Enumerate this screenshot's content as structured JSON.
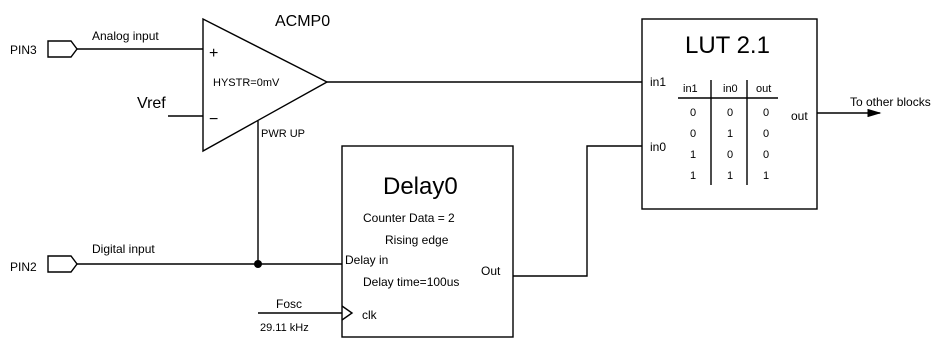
{
  "pins": {
    "pin3": "PIN3",
    "pin2": "PIN2"
  },
  "signals": {
    "analog_input": "Analog input",
    "digital_input": "Digital input",
    "vref": "Vref",
    "pwr_up": "PWR UP",
    "to_other_blocks": "To other blocks",
    "fosc": "Fosc",
    "fosc_freq": "29.11 kHz"
  },
  "acmp": {
    "title": "ACMP0",
    "plus": "+",
    "minus": "−",
    "hysteresis": "HYSTR=0mV"
  },
  "delay": {
    "title": "Delay0",
    "counter": "Counter Data = 2",
    "edge": "Rising edge",
    "input_label": "Delay in",
    "time": "Delay time=100us",
    "out_label": "Out",
    "clk_label": "clk"
  },
  "lut": {
    "title": "LUT 2.1",
    "in1_label": "in1",
    "in0_label": "in0",
    "out_label": "out",
    "headers": [
      "in1",
      "in0",
      "out"
    ],
    "rows": [
      [
        "0",
        "0",
        "0"
      ],
      [
        "0",
        "1",
        "0"
      ],
      [
        "1",
        "0",
        "0"
      ],
      [
        "1",
        "1",
        "1"
      ]
    ]
  }
}
